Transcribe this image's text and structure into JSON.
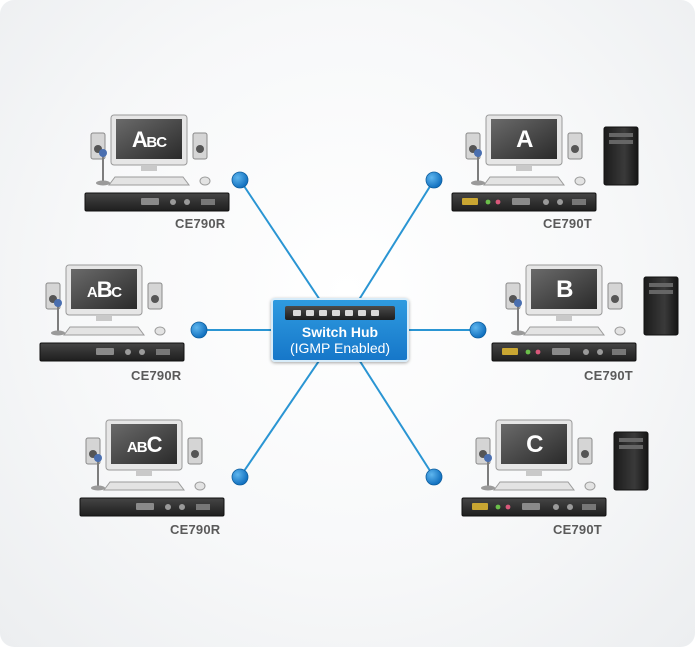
{
  "hub": {
    "title": "Switch Hub",
    "subtitle": "(IGMP Enabled)"
  },
  "stations": [
    {
      "id": "r1",
      "side": "left",
      "model": "CE790R",
      "screen": [
        "A",
        "B",
        "C"
      ],
      "emphasis": 0,
      "has_tower": false
    },
    {
      "id": "r2",
      "side": "left",
      "model": "CE790R",
      "screen": [
        "A",
        "B",
        "C"
      ],
      "emphasis": 1,
      "has_tower": false
    },
    {
      "id": "r3",
      "side": "left",
      "model": "CE790R",
      "screen": [
        "A",
        "B",
        "C"
      ],
      "emphasis": 2,
      "has_tower": false
    },
    {
      "id": "t1",
      "side": "right",
      "model": "CE790T",
      "screen": [
        "A"
      ],
      "emphasis": 0,
      "has_tower": true
    },
    {
      "id": "t2",
      "side": "right",
      "model": "CE790T",
      "screen": [
        "B"
      ],
      "emphasis": 0,
      "has_tower": true
    },
    {
      "id": "t3",
      "side": "right",
      "model": "CE790T",
      "screen": [
        "C"
      ],
      "emphasis": 0,
      "has_tower": true
    }
  ],
  "colors": {
    "link": "#2a95d3",
    "node": "#1a7fcf",
    "hub": "#1f86d6",
    "extender": "#2d2d2d",
    "label": "#5a5a5a"
  }
}
